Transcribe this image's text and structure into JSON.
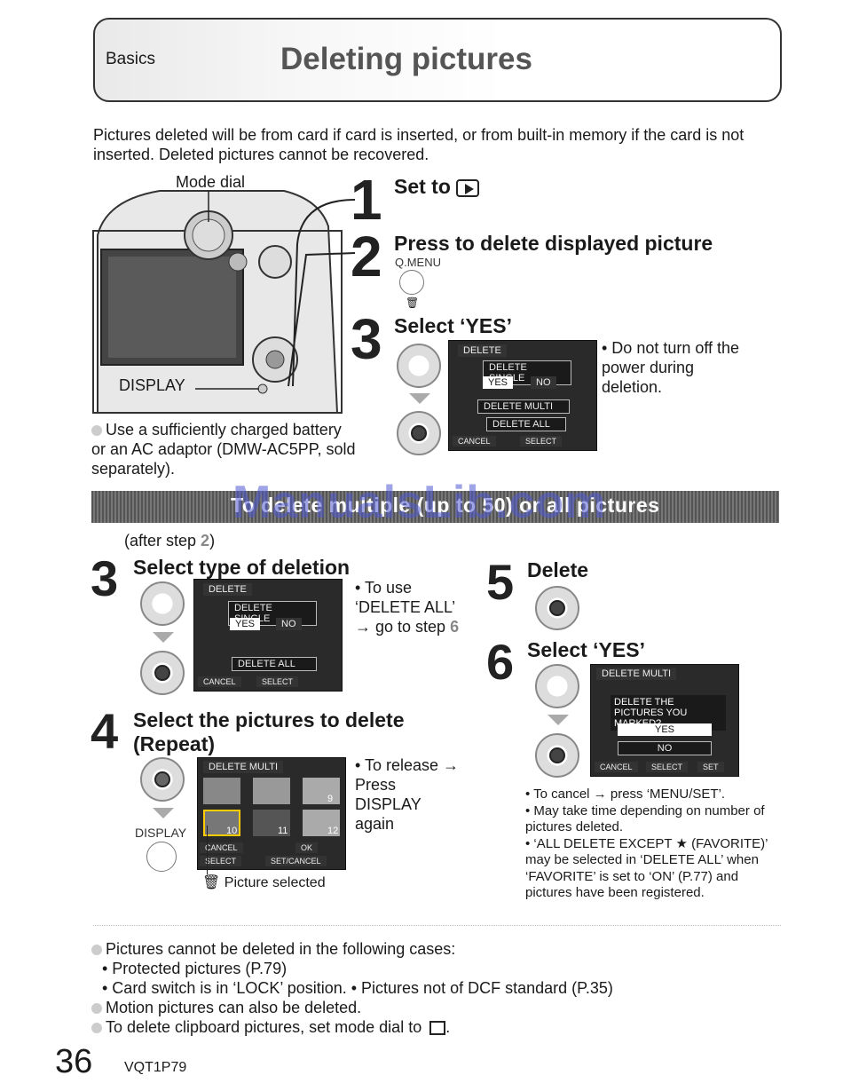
{
  "header": {
    "section": "Basics",
    "title": "Deleting pictures"
  },
  "intro": "Pictures deleted will be from card if card is inserted, or from built-in memory if the card is not inserted. Deleted pictures cannot be recovered.",
  "camera": {
    "mode_dial": "Mode dial",
    "display": "DISPLAY"
  },
  "battery_note": "Use a sufficiently charged battery or an AC adaptor (DMW-AC5PP, sold separately).",
  "steps_top": [
    {
      "num": "1",
      "title": "Set to"
    },
    {
      "num": "2",
      "title": "Press to delete displayed picture",
      "sub": "Q.MENU"
    },
    {
      "num": "3",
      "title": "Select ‘YES’",
      "note": "• Do not turn off the power during deletion."
    }
  ],
  "screen1": {
    "title": "DELETE",
    "delete_single": "DELETE SINGLE",
    "yes": "YES",
    "no": "NO",
    "delete_multi": "DELETE MULTI",
    "delete_all": "DELETE ALL",
    "cancel": "CANCEL",
    "select": "SELECT"
  },
  "banner": {
    "text": "To delete multiple (up to 50) or all pictures",
    "watermark": "ManualsLib.com"
  },
  "after_step": {
    "prefix": "(after step ",
    "num": "2",
    "suffix": ")"
  },
  "multi": {
    "step3": {
      "num": "3",
      "title": "Select type of deletion",
      "note": "• To use ‘DELETE ALL’ → go to step ",
      "note_num": "6"
    },
    "screen3": {
      "title": "DELETE",
      "delete_single": "DELETE SINGLE",
      "yes": "YES",
      "no": "NO",
      "delete_all": "DELETE ALL",
      "cancel": "CANCEL",
      "select": "SELECT"
    },
    "step4": {
      "num": "4",
      "title": "Select the pictures to delete (Repeat)",
      "note": "• To release → Press DISPLAY again",
      "display": "DISPLAY",
      "picture_selected": "Picture selected"
    },
    "screen4": {
      "title": "DELETE MULTI",
      "n9": "9",
      "n10": "10",
      "n11": "11",
      "n12": "12",
      "cancel": "CANCEL",
      "select": "SELECT",
      "ok": "OK",
      "set_cancel": "SET/CANCEL"
    },
    "step5": {
      "num": "5",
      "title": "Delete"
    },
    "step6": {
      "num": "6",
      "title": "Select ‘YES’"
    },
    "screen6": {
      "title": "DELETE MULTI",
      "question": "DELETE THE PICTURES YOU MARKED?",
      "yes": "YES",
      "no": "NO",
      "cancel": "CANCEL",
      "select": "SELECT",
      "set": "SET"
    },
    "notes": [
      "• To cancel → press ‘MENU/SET’.",
      "• May take time depending on number of pictures deleted.",
      "• ‘ALL DELETE EXCEPT ★ (FAVORITE)’ may be selected in ‘DELETE ALL’ when ‘FAVORITE’ is set to ‘ON’ (P.77) and pictures have been registered."
    ]
  },
  "footer_notes": {
    "cannot": "Pictures cannot be deleted in the following cases:",
    "protected": "• Protected pictures (P.79)",
    "card_switch": "• Card switch is in ‘LOCK’ position. • Pictures not of DCF standard (P.35)",
    "motion": "Motion pictures can also be deleted.",
    "clipboard": "To delete clipboard pictures, set mode dial to"
  },
  "page": {
    "number": "36",
    "code": "VQT1P79"
  }
}
